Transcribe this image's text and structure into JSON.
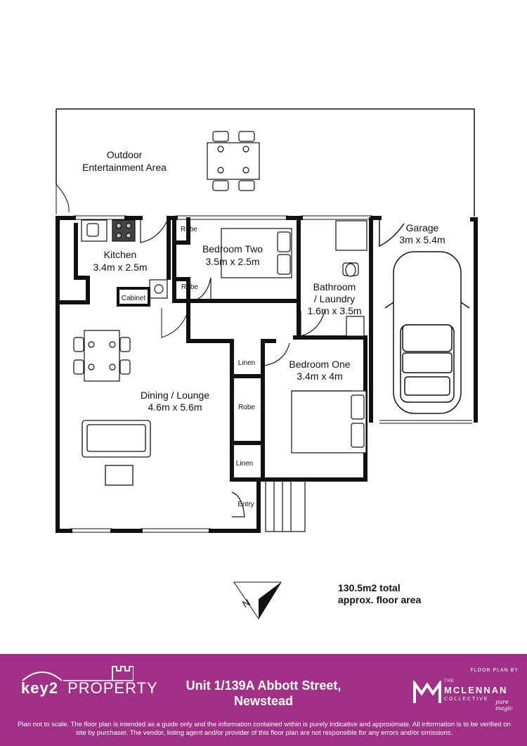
{
  "rooms": {
    "outdoor": "Outdoor",
    "outdoor_2": "Entertainment Area",
    "kitchen": "Kitchen",
    "kitchen_dim": "3.4m x 2.5m",
    "bedroom_two": "Bedroom Two",
    "bedroom_two_dim": "3.5m x 2.5m",
    "bathroom": "Bathroom",
    "bathroom_2": "/ Laundry",
    "bathroom_dim": "1.6m x 3.5m",
    "garage": "Garage",
    "garage_dim": "3m x 5.4m",
    "bedroom_one": "Bedroom One",
    "bedroom_one_dim": "3.4m x 4m",
    "dining": "Dining / Lounge",
    "dining_dim": "4.6m x 5.6m"
  },
  "fixtures": {
    "cabinet": "Cabinet",
    "robe_top": "Robe",
    "robe_bottom": "Robe",
    "linen_1": "Linen",
    "robe_mid": "Robe",
    "linen_2": "Linen",
    "entry": "Entry"
  },
  "compass_letter": "N",
  "floor_area": {
    "line1": "130.5m2 total",
    "line2": "approx. floor area"
  },
  "footer": {
    "brand_key2": "key2",
    "brand_property": "PROPERTY",
    "address_line1": "Unit 1/139A Abbott Street,",
    "address_line2": "Newstead",
    "floor_plan_by": "FLOOR PLAN BY",
    "mclennan_the": "THE",
    "mclennan": "MCLENNAN",
    "collective": "COLLECTIVE",
    "tagline": "pure magic",
    "disclaimer": "Plan not to scale. The floor plan is intended as a guide only and the information contained within is purely indicative and approximate. All information is to be verified on site by purchaser. The vendor, listing agent and/or provider of this floor plan are not responsible for any errors and/or omissions."
  },
  "colors": {
    "footer_bg": "#a03187",
    "wall": "#111111"
  }
}
